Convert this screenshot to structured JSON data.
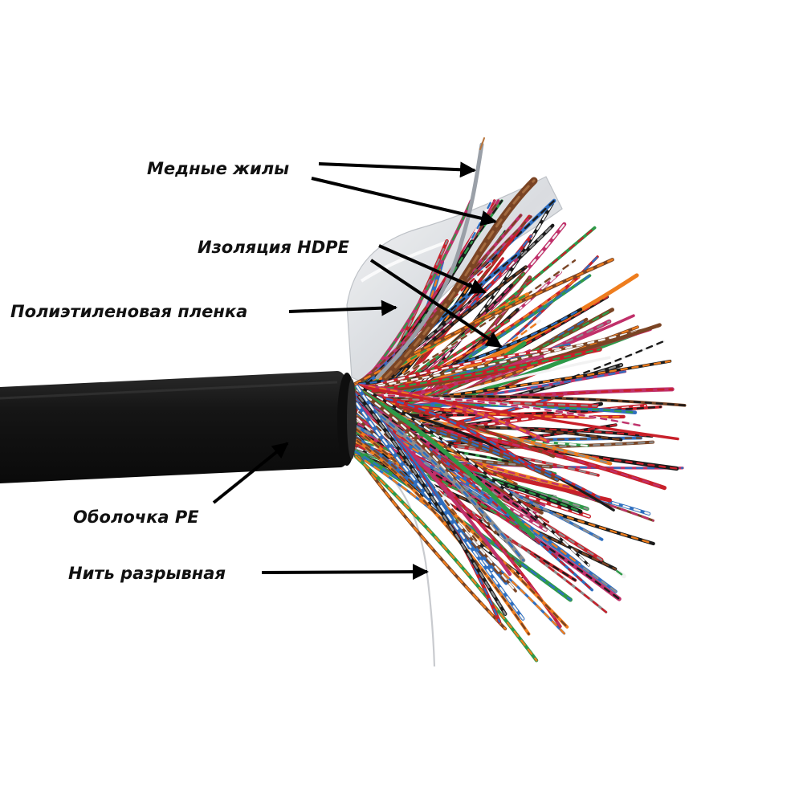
{
  "colors": {
    "sheath": "#151515",
    "arrow": "#000000",
    "text": "#111111",
    "film": "#dcdfe3",
    "wire_palette": [
      "#c8202a",
      "#2f6fc0",
      "#2e9a48",
      "#ee7d1e",
      "#7a4424",
      "#f2f2f2",
      "#1b1b1b",
      "#8e8e8e",
      "#c0306a"
    ]
  },
  "labels": {
    "copper": "Медные жилы",
    "hdpe": "Изоляция HDPE",
    "film": "Полиэтиленовая пленка",
    "sheath": "Оболочка PE",
    "thread": "Нить разрывная"
  },
  "icons": [
    "arrow-icon",
    "cable-illustration"
  ]
}
